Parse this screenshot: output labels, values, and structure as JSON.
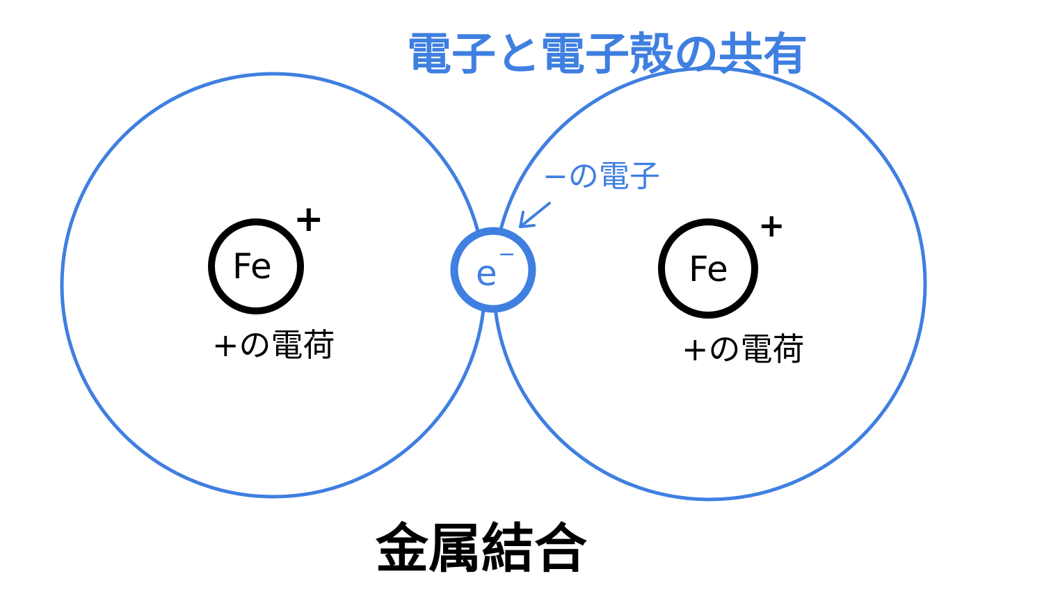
{
  "title": "電子と電子殻の共有",
  "electron_label": "−の電子",
  "electron_symbol": "e",
  "electron_charge": "−",
  "atoms": [
    {
      "symbol": "Fe",
      "charge": "+",
      "caption": "+の電荷"
    },
    {
      "symbol": "Fe",
      "charge": "+",
      "caption": "+の電荷"
    }
  ],
  "caption": "金属結合",
  "colors": {
    "shell": "#3f7fe0",
    "nucleus": "#000000",
    "text_blue": "#3f7fe0"
  }
}
